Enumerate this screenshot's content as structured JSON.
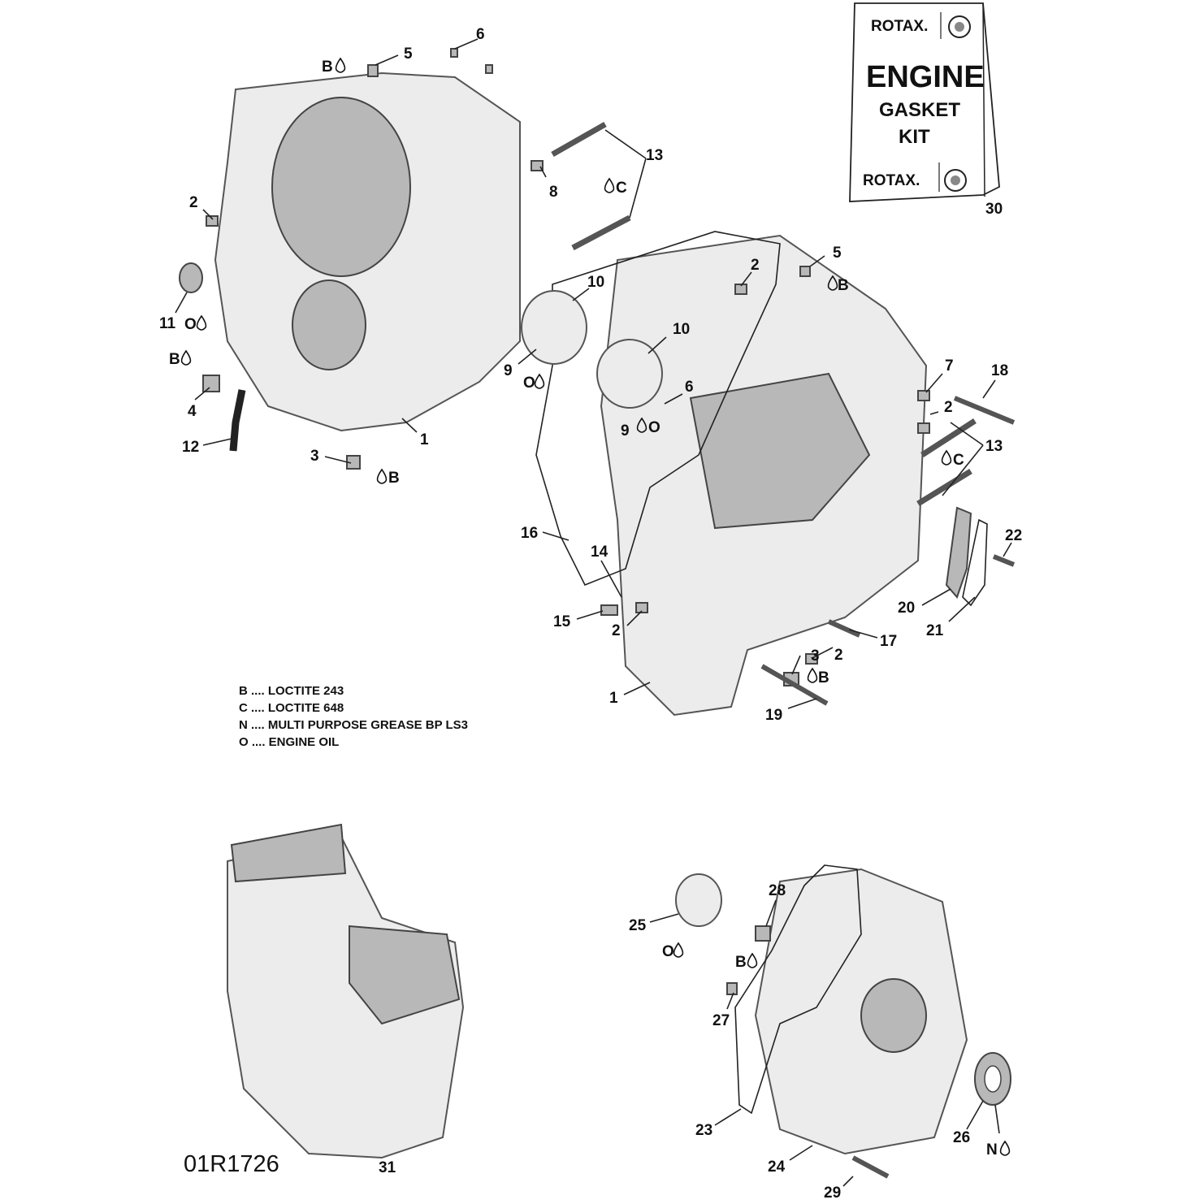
{
  "diagram_code": "01R1726",
  "kit": {
    "brand_top": "ROTAX.",
    "title": "ENGINE",
    "subtitle1": "GASKET",
    "subtitle2": "KIT",
    "brand_bottom": "ROTAX."
  },
  "legend": [
    "B .... LOCTITE 243",
    "C .... LOCTITE 648",
    "N .... MULTI PURPOSE GREASE BP LS3",
    "O .... ENGINE OIL"
  ],
  "callouts": {
    "c1": "1",
    "c2": "1",
    "c3": "2",
    "c4": "2",
    "c5": "2",
    "c6": "2",
    "c7": "2",
    "c8": "3",
    "c9": "3",
    "c10": "4",
    "c11": "5",
    "c12": "5",
    "c13": "6",
    "c14": "6",
    "c15": "7",
    "c16": "8",
    "c17": "9",
    "c18": "9",
    "c19": "10",
    "c20": "10",
    "c21": "11",
    "c22": "12",
    "c23": "13",
    "c24": "13",
    "c25": "14",
    "c26": "15",
    "c27": "16",
    "c28": "17",
    "c29": "18",
    "c30": "19",
    "c31": "20",
    "c32": "21",
    "c33": "22",
    "c34": "23",
    "c35": "24",
    "c36": "25",
    "c37": "26",
    "c38": "27",
    "c39": "28",
    "c40": "29",
    "c41": "30",
    "c42": "31"
  },
  "markers": {
    "m1": "B",
    "m2": "O",
    "m3": "B",
    "m4": "B",
    "m5": "C",
    "m6": "O",
    "m7": "O",
    "m8": "B",
    "m9": "C",
    "m10": "B",
    "m11": "O",
    "m12": "B",
    "m13": "N"
  }
}
